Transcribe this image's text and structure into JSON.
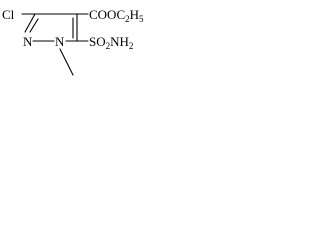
{
  "molecule": {
    "atoms": {
      "cl": "Cl",
      "n_ring_left": "N",
      "n_ring_methyl": "N",
      "ester_main": "COOC",
      "ester_c_sub": "2",
      "ester_h": "H",
      "ester_h_sub": "5",
      "sulfonamide_main": "SO",
      "sulfonamide_o_sub": "2",
      "sulfonamide_nh": "NH",
      "sulfonamide_h_sub": "2"
    },
    "colors": {
      "ink": "#000000",
      "background": "#ffffff"
    }
  }
}
